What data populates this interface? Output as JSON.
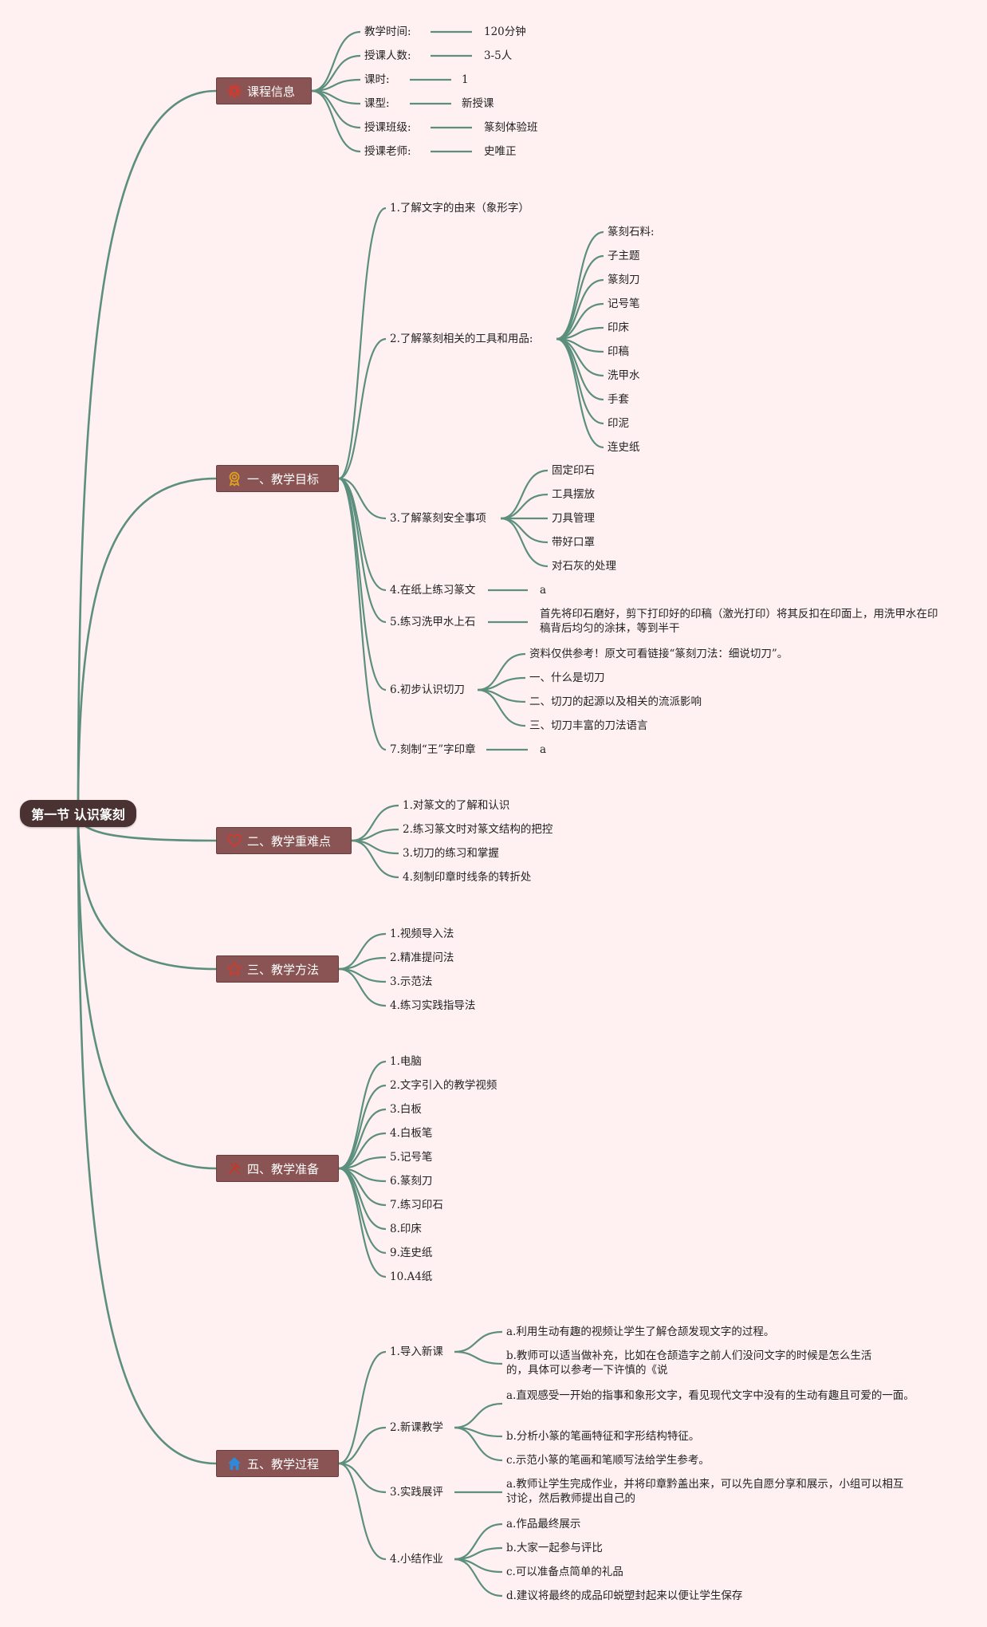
{
  "root": {
    "label": "第一节 认识篆刻"
  },
  "branches": {
    "info": {
      "label": "课程信息",
      "icon": "flower-icon",
      "color": "#d23a2e",
      "rows": [
        {
          "key": "教学时间:",
          "value": "120分钟"
        },
        {
          "key": "授课人数:",
          "value": "3-5人"
        },
        {
          "key": "课时:",
          "value": "1"
        },
        {
          "key": "课型:",
          "value": "新授课"
        },
        {
          "key": "授课班级:",
          "value": "篆刻体验班"
        },
        {
          "key": "授课老师:",
          "value": "史唯正"
        }
      ]
    },
    "goals": {
      "label": "一、教学目标",
      "icon": "medal-icon",
      "color": "#e0a21e",
      "items": [
        {
          "text": "1.了解文字的由来（象形字）"
        },
        {
          "text": "2.了解篆刻相关的工具和用品:",
          "children": [
            "篆刻石料:",
            "子主题",
            "篆刻刀",
            "记号笔",
            "印床",
            "印稿",
            "洗甲水",
            "手套",
            "印泥",
            "连史纸"
          ]
        },
        {
          "text": "3.了解篆刻安全事项",
          "children": [
            "固定印石",
            "工具摆放",
            "刀具管理",
            "带好口罩",
            "对石灰的处理"
          ]
        },
        {
          "text": "4.在纸上练习篆文",
          "children": [
            "a"
          ]
        },
        {
          "text": "5.练习洗甲水上石",
          "children": [
            "首先将印石磨好，剪下打印好的印稿（激光打印）将其反扣在印面上，用洗甲水在印稿背后均匀的涂抹，等到半干"
          ]
        },
        {
          "text": "6.初步认识切刀",
          "children": [
            "资料仅供参考！原文可看链接“篆刻刀法：细说切刀”。",
            "一、什么是切刀",
            "二、切刀的起源以及相关的流派影响",
            "三、切刀丰富的刀法语言"
          ]
        },
        {
          "text": "7.刻制“王”字印章",
          "children": [
            "a"
          ]
        }
      ]
    },
    "keypoints": {
      "label": "二、教学重难点",
      "icon": "heart-icon",
      "color": "#d23a2e",
      "items": [
        "1.对篆文的了解和认识",
        "2.练习篆文时对篆文结构的把控",
        "3.切刀的练习和掌握",
        "4.刻制印章时线条的转折处"
      ]
    },
    "methods": {
      "label": "三、教学方法",
      "icon": "star-icon",
      "color": "#d23a2e",
      "items": [
        "1.视频导入法",
        "2.精准提问法",
        "3.示范法",
        "4.练习实践指导法"
      ]
    },
    "prep": {
      "label": "四、教学准备",
      "icon": "tools-icon",
      "color": "#c0392b",
      "items": [
        "1.电脑",
        "2.文字引入的教学视频",
        "3.白板",
        "4.白板笔",
        "5.记号笔",
        "6.篆刻刀",
        "7.练习印石",
        "8.印床",
        "9.连史纸",
        "10.A4纸"
      ]
    },
    "process": {
      "label": "五、教学过程",
      "icon": "house-icon",
      "color": "#2f88d8",
      "items": [
        {
          "text": "1.导入新课",
          "children": [
            "a.利用生动有趣的视频让学生了解仓颉发现文字的过程。",
            "b.教师可以适当做补充，比如在仓颉造字之前人们没问文字的时候是怎么生活的，具体可以参考一下许慎的《说"
          ]
        },
        {
          "text": "2.新课教学",
          "children": [
            "a.直观感受一开始的指事和象形文字，看见现代文字中没有的生动有趣且可爱的一面。",
            "b.分析小篆的笔画特征和字形结构特征。",
            "c.示范小篆的笔画和笔顺写法给学生参考。"
          ]
        },
        {
          "text": "3.实践展评",
          "children": [
            "a.教师让学生完成作业，并将印章黔盖出来，可以先自愿分享和展示，小组可以相互讨论，然后教师提出自己的"
          ]
        },
        {
          "text": "4.小结作业",
          "children": [
            "a.作品最终展示",
            "b.大家一起参与评比",
            "c.可以准备点简单的礼品",
            "d.建议将最终的成品印蜕塑封起来以便让学生保存"
          ]
        }
      ]
    }
  }
}
